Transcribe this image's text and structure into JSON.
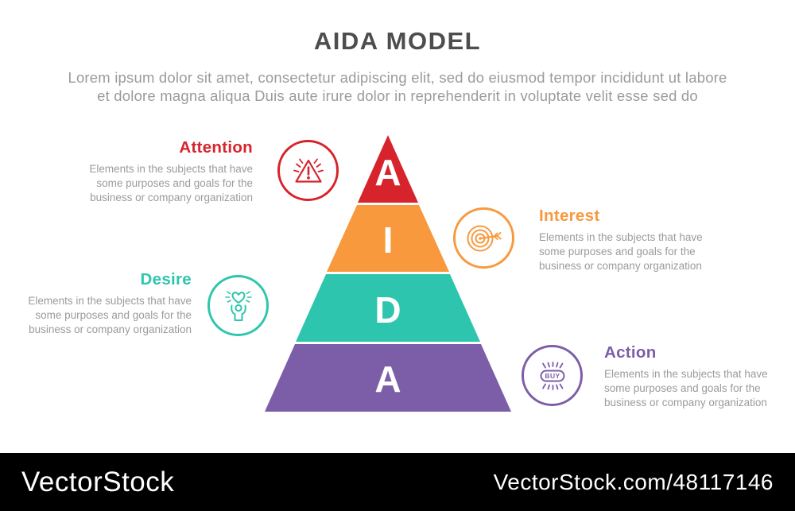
{
  "palette": {
    "title_text": "#4d4d4d",
    "body_text": "#9b9b9b",
    "footer_bg": "#000000",
    "footer_text": "#ffffff"
  },
  "header": {
    "title": "AIDA MODEL",
    "subtitle_line1": "Lorem ipsum dolor sit amet, consectetur adipiscing elit, sed do eiusmod tempor incididunt ut labore",
    "subtitle_line2": "et dolore magna aliqua Duis aute irure dolor in reprehenderit in voluptate velit esse sed do"
  },
  "pyramid": {
    "letter_color": "#ffffff",
    "levels": [
      {
        "letter": "A",
        "label": "Attention",
        "color": "#d7232b"
      },
      {
        "letter": "I",
        "label": "Interest",
        "color": "#f8993e"
      },
      {
        "letter": "D",
        "label": "Desire",
        "color": "#2ec5ae"
      },
      {
        "letter": "A",
        "label": "Action",
        "color": "#7b5ea7"
      }
    ]
  },
  "sections": [
    {
      "title": "Attention",
      "color": "#d7232b",
      "icon": "warning-triangle-icon",
      "description_lines": [
        "Elements in the subjects that have",
        "some purposes and goals for the",
        "business or company organization"
      ]
    },
    {
      "title": "Interest",
      "color": "#f8993e",
      "icon": "target-arrow-icon",
      "description_lines": [
        "Elements in the subjects that have",
        "some purposes and goals for the",
        "business or company organization"
      ]
    },
    {
      "title": "Desire",
      "color": "#2ec5ae",
      "icon": "heart-in-hands-icon",
      "description_lines": [
        "Elements in the subjects that have",
        "some purposes and goals for the",
        "business or company organization"
      ]
    },
    {
      "title": "Action",
      "color": "#7b5ea7",
      "icon": "buy-button-icon",
      "icon_label": "BUY",
      "description_lines": [
        "Elements in the subjects that have",
        "some purposes and goals for the",
        "business or company organization"
      ]
    }
  ],
  "footer": {
    "brand": "VectorStock",
    "watermark_url": "VectorStock.com/48117146"
  }
}
